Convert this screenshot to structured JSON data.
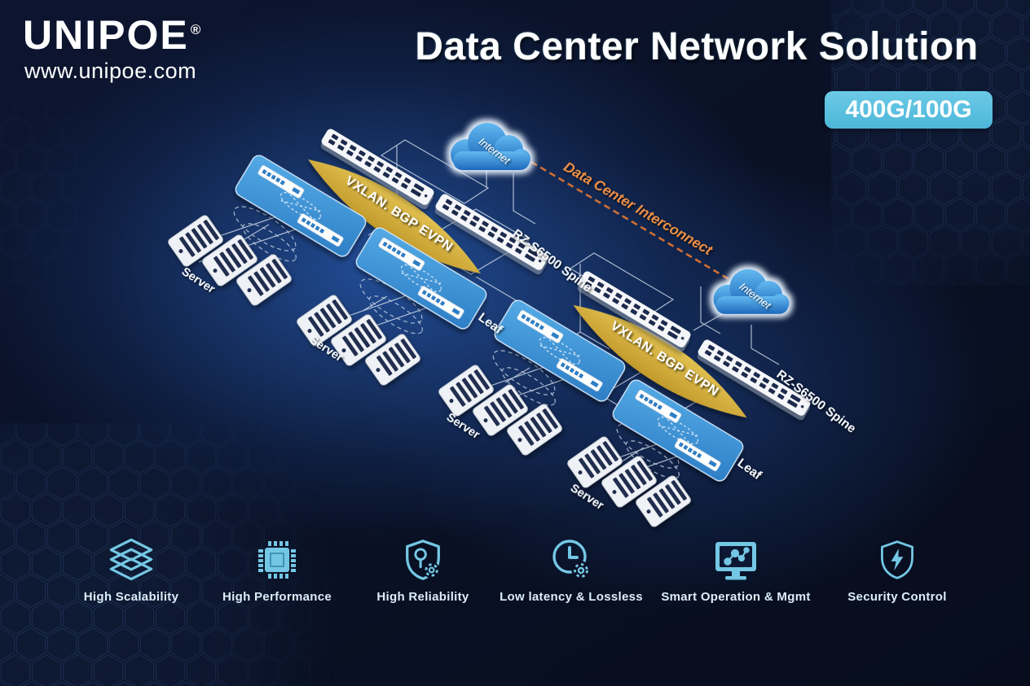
{
  "header": {
    "logo_text": "UNIPOE",
    "logo_reg": "®",
    "website": "www.unipoe.com",
    "title": "Data Center Network Solution",
    "badge": "400G/100G"
  },
  "diagram": {
    "internet_label": "Internet",
    "dci_label": "Data Center Interconnect",
    "overlay_label": "VXLAN. BGP EVPN",
    "spine_label": "RZ-S6500 Spine",
    "leaf_label": "Leaf",
    "server_label": "Server"
  },
  "features": {
    "items": [
      {
        "label": "High Scalability",
        "icon": "layers-icon"
      },
      {
        "label": "High Performance",
        "icon": "cpu-icon"
      },
      {
        "label": "High Reliability",
        "icon": "shield-key-icon"
      },
      {
        "label": "Low latency & Lossless",
        "icon": "clock-gear-icon"
      },
      {
        "label": "Smart Operation & Mgmt",
        "icon": "monitor-network-icon"
      },
      {
        "label": "Security Control",
        "icon": "shield-lightning-icon"
      }
    ]
  },
  "colors": {
    "background": "#0a1126",
    "accent_cyan": "#74c7e4",
    "badge_bg": "#58c2e0",
    "gold_overlay": "#d4ad3a",
    "leaf_blue": "#3a8ed2",
    "cloud_blue": "#2f86d4",
    "dci_orange": "#ea8d45"
  }
}
